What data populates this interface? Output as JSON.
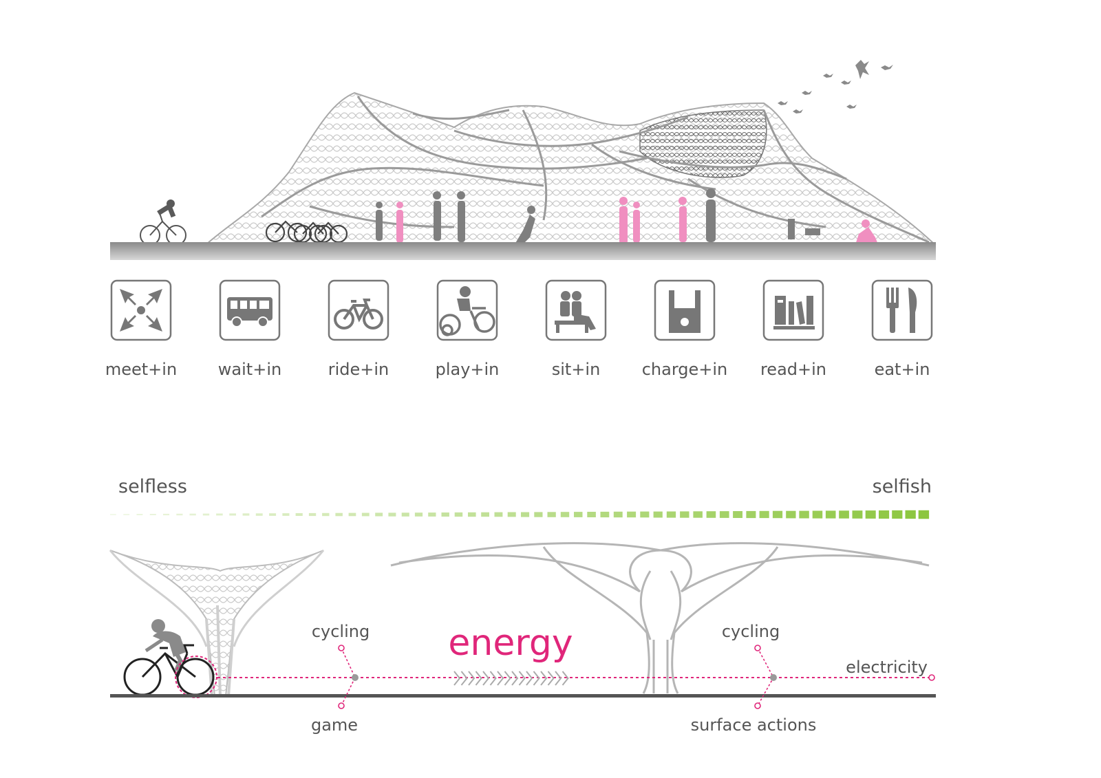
{
  "activities": [
    {
      "icon": "meet-icon",
      "label": "meet+in"
    },
    {
      "icon": "bus-icon",
      "label": "wait+in"
    },
    {
      "icon": "bicycle-icon",
      "label": "ride+in"
    },
    {
      "icon": "play-cycle-icon",
      "label": "play+in"
    },
    {
      "icon": "bench-sit-icon",
      "label": "sit+in"
    },
    {
      "icon": "charge-plug-icon",
      "label": "charge+in"
    },
    {
      "icon": "books-icon",
      "label": "read+in"
    },
    {
      "icon": "fork-knife-icon",
      "label": "eat+in"
    }
  ],
  "scale": {
    "left_label": "selfless",
    "right_label": "selfish",
    "color": "#8cc63f"
  },
  "energy": {
    "title": "energy",
    "left_top": "cycling",
    "left_bottom": "game",
    "right_top": "cycling",
    "right_bottom": "surface actions",
    "end_label": "electricity",
    "accent": "#e0267a"
  },
  "colors": {
    "pink": "#f08fc0",
    "gray": "#808080",
    "ground": "#6e6e6e",
    "icon_fill": "#777777"
  }
}
